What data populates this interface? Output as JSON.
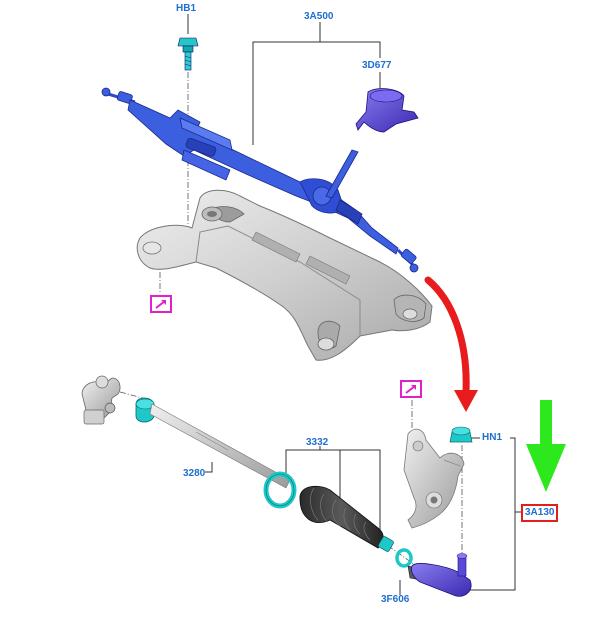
{
  "labels": {
    "hb1": "HB1",
    "rack_assembly": "3A500",
    "boot_cover": "3D677",
    "inner_tie_rod": "3280",
    "boot_kit": "3332",
    "hn1": "HN1",
    "outer_tie_rod": "3A130",
    "clamp": "3F606"
  },
  "colors": {
    "part_blue": "#3c5fe0",
    "part_dark_blue": "#2840b8",
    "label_blue": "#1e6fd0",
    "subframe_gray": "#c8c8c8",
    "highlight_cyan": "#1ec8c8",
    "boot_purple": "#5a4ad8",
    "callout_pink": "#e020c8",
    "arrow_red": "#e81c1c",
    "arrow_green": "#2ee81e",
    "box_red": "#e02020"
  },
  "icons": [
    "detail-view-icon",
    "red-curved-arrow",
    "green-down-arrow"
  ]
}
